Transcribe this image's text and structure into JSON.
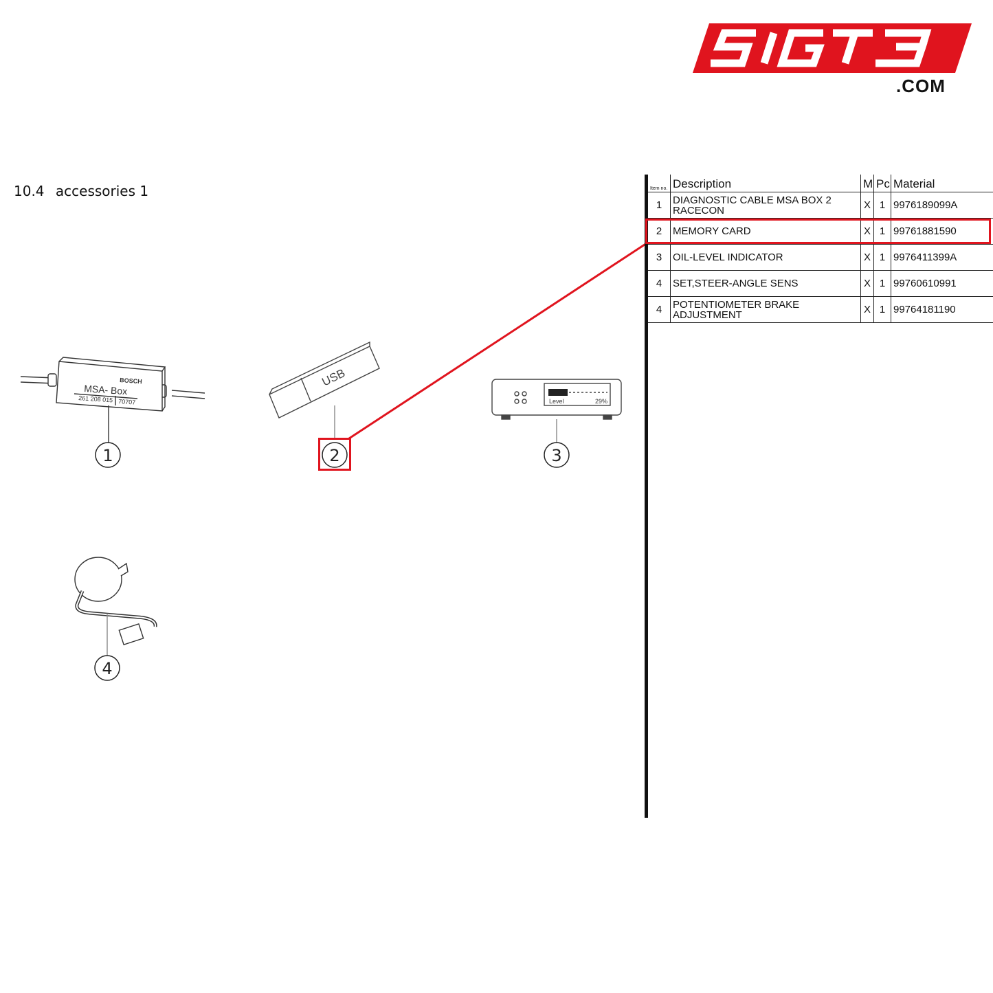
{
  "logo": {
    "text": "51GT3",
    "domain": ".COM",
    "brand_color": "#e0141e"
  },
  "page_title": {
    "number": "10.4",
    "name": "accessories 1"
  },
  "table": {
    "headers": {
      "item": "Item no.",
      "description": "Description",
      "m": "M",
      "pc": "Pc.",
      "material": "Material"
    },
    "rows": [
      {
        "item": "1",
        "description": "DIAGNOSTIC CABLE MSA BOX 2 RACECON",
        "m": "X",
        "pc": "1",
        "material": "9976189099A"
      },
      {
        "item": "2",
        "description": "MEMORY CARD",
        "m": "X",
        "pc": "1",
        "material": "99761881590"
      },
      {
        "item": "3",
        "description": "OIL-LEVEL INDICATOR",
        "m": "X",
        "pc": "1",
        "material": "9976411399A"
      },
      {
        "item": "4",
        "description": "SET,STEER-ANGLE SENS",
        "m": "X",
        "pc": "1",
        "material": "99760610991"
      },
      {
        "item": "4",
        "description": "POTENTIOMETER BRAKE ADJUSTMENT",
        "m": "X",
        "pc": "1",
        "material": "99764181190"
      }
    ],
    "highlighted_item": "2"
  },
  "diagram": {
    "msa_box": {
      "brand": "BOSCH",
      "label": "MSA- Box",
      "serial": "261 208 015",
      "code": "70707"
    },
    "usb_stick": {
      "label": "USB"
    },
    "oil_display": {
      "text": "Level",
      "value": "29%"
    },
    "callouts": [
      "1",
      "2",
      "3",
      "4"
    ],
    "highlight_color": "#e0141e"
  }
}
